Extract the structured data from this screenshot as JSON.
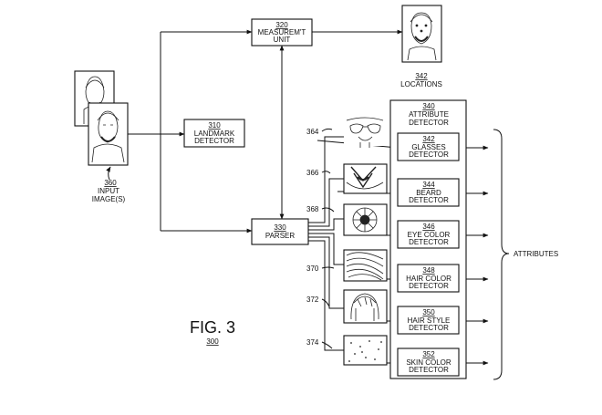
{
  "figure": {
    "title": "FIG. 3",
    "number": "300"
  },
  "blocks": {
    "measurement": {
      "number": "320",
      "line1": "MEASUREM'T",
      "line2": "UNIT"
    },
    "landmark": {
      "number": "310",
      "line1": "LANDMARK",
      "line2": "DETECTOR"
    },
    "parser": {
      "number": "330",
      "line1": "PARSER"
    },
    "attribute": {
      "number": "340",
      "line1": "ATTRIBUTE",
      "line2": "DETECTOR"
    },
    "detectors": [
      {
        "number": "342",
        "line1": "GLASSES",
        "line2": "DETECTOR"
      },
      {
        "number": "344",
        "line1": "BEARD",
        "line2": "DETECTOR"
      },
      {
        "number": "346",
        "line1": "EYE COLOR",
        "line2": "DETECTOR"
      },
      {
        "number": "348",
        "line1": "HAIR COLOR",
        "line2": "DETECTOR"
      },
      {
        "number": "350",
        "line1": "HAIR STYLE",
        "line2": "DETECTOR"
      },
      {
        "number": "352",
        "line1": "SKIN COLOR",
        "line2": "DETECTOR"
      }
    ]
  },
  "inputs": {
    "number": "360",
    "line1": "INPUT",
    "line2": "IMAGE(S)"
  },
  "locations": {
    "number": "342",
    "label": "LOCATIONS"
  },
  "attributes_label": "ATTRIBUTES",
  "patch_refs": [
    "364",
    "366",
    "368",
    "370",
    "372",
    "374"
  ]
}
